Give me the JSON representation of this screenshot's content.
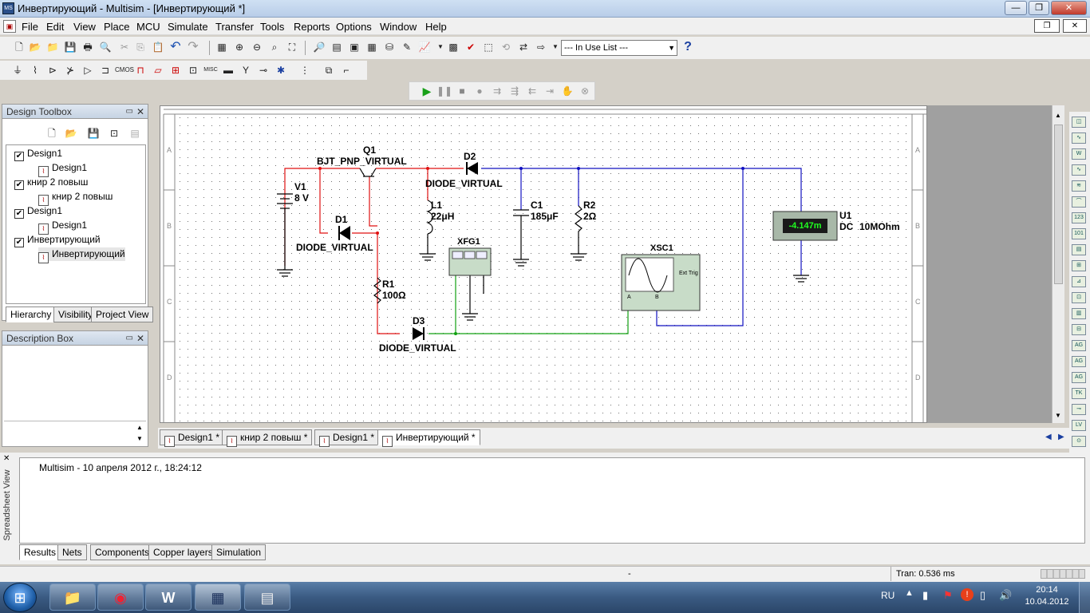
{
  "window": {
    "title": "Инвертирующий - Multisim - [Инвертирующий *]",
    "minimize": "—",
    "restore": "❐",
    "close": "✕"
  },
  "menu": [
    "File",
    "Edit",
    "View",
    "Place",
    "MCU",
    "Simulate",
    "Transfer",
    "Tools",
    "Reports",
    "Options",
    "Window",
    "Help"
  ],
  "toolbar": {
    "in_use_list": "--- In Use List ---",
    "help": "?"
  },
  "design_toolbox": {
    "title": "Design Toolbox",
    "tree": [
      {
        "label": "Design1",
        "level": 0,
        "checked": true
      },
      {
        "label": "Design1",
        "level": 1
      },
      {
        "label": "книр 2 повыш",
        "level": 0,
        "checked": true
      },
      {
        "label": "книр 2 повыш",
        "level": 1
      },
      {
        "label": "Design1",
        "level": 0,
        "checked": true
      },
      {
        "label": "Design1",
        "level": 1
      },
      {
        "label": "Инвертирующий",
        "level": 0,
        "checked": true
      },
      {
        "label": "Инвертирующий",
        "level": 1,
        "selected": true
      }
    ],
    "tabs": [
      "Hierarchy",
      "Visibility",
      "Project View"
    ]
  },
  "description_box": {
    "title": "Description Box"
  },
  "schematic": {
    "q1": {
      "ref": "Q1",
      "model": "BJT_PNP_VIRTUAL"
    },
    "v1": {
      "ref": "V1",
      "value": "8 V"
    },
    "d1": {
      "ref": "D1",
      "model": "DIODE_VIRTUAL"
    },
    "d2": {
      "ref": "D2",
      "model": "DIODE_VIRTUAL"
    },
    "d3": {
      "ref": "D3",
      "model": "DIODE_VIRTUAL"
    },
    "l1": {
      "ref": "L1",
      "value": "22μH"
    },
    "c1": {
      "ref": "C1",
      "value": "185μF"
    },
    "r2": {
      "ref": "R2",
      "value": "2Ω"
    },
    "r1": {
      "ref": "R1",
      "value": "100Ω"
    },
    "xfg1": {
      "ref": "XFG1"
    },
    "xsc1": {
      "ref": "XSC1",
      "ext_trig": "Ext Trig",
      "ch_a": "A",
      "ch_b": "B"
    },
    "u1": {
      "ref": "U1",
      "mode": "DC",
      "resistance": "10MOhm",
      "reading": "-4.147m"
    },
    "border_letters": [
      "A",
      "B",
      "C",
      "D"
    ]
  },
  "doc_tabs": [
    "Design1 *",
    "книр 2 повыш *",
    "Design1 *",
    "Инвертирующий *"
  ],
  "spreadsheet": {
    "side_label": "Spreadsheet View",
    "message": "Multisim  -  10 апреля 2012 г., 18:24:12",
    "tabs": [
      "Results",
      "Nets",
      "Components",
      "Copper layers",
      "Simulation"
    ]
  },
  "status": {
    "middle": "-",
    "tran": "Tran: 0.536 ms"
  },
  "taskbar": {
    "lang": "RU",
    "time": "20:14",
    "date": "10.04.2012"
  },
  "colors": {
    "wire_red": "#e01010",
    "wire_blue": "#1010c0",
    "wire_green": "#10a010",
    "meter_bg": "#1a1a1a",
    "meter_text": "#20ff20"
  }
}
